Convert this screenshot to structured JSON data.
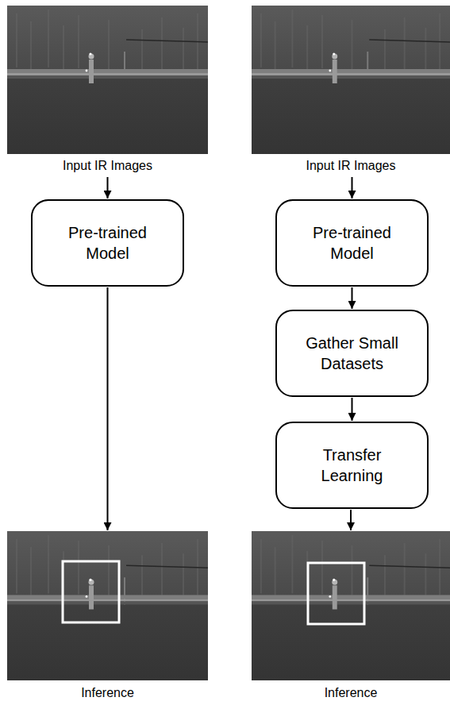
{
  "diagram": {
    "nodes": [
      {
        "text": [
          "Input IR Images"
        ]
      },
      {
        "text": [
          "Input IR Images"
        ]
      },
      {
        "text": [
          "Pre-trained Model"
        ]
      },
      {
        "text": [
          "Pre-trained Model"
        ]
      },
      {
        "text": [
          "Gather Small Datasets"
        ]
      },
      {
        "text": [
          "Transfer Learning"
        ]
      },
      {
        "text": [
          "Inference"
        ]
      },
      {
        "text": [
          "Inference"
        ]
      }
    ],
    "edges": [
      {
        "from": 0,
        "to": 2,
        "arrow": "to"
      },
      {
        "from": 2,
        "to": 6,
        "arrow": "to"
      },
      {
        "from": 1,
        "to": 3,
        "arrow": "to"
      },
      {
        "from": 3,
        "to": 4,
        "arrow": "to"
      },
      {
        "from": 4,
        "to": 5,
        "arrow": "to"
      },
      {
        "from": 5,
        "to": 7,
        "arrow": "to"
      }
    ]
  }
}
